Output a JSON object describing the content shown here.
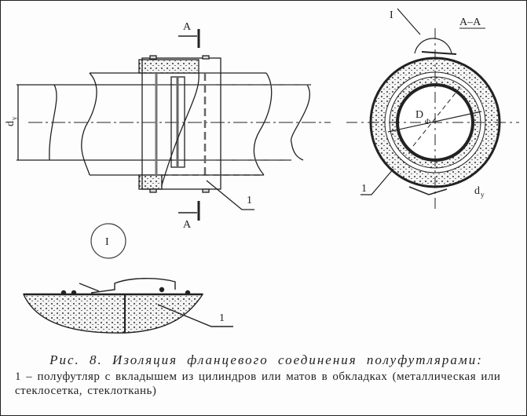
{
  "figure": {
    "labels": {
      "section_mark_top": "A",
      "section_mark_bottom": "A",
      "pipe_diameter": "d",
      "pipe_diameter_sub": "у",
      "part_number_side": "1",
      "detail_marker": "I",
      "section_title": "А–А",
      "detail_callout": "I",
      "flange_diameter": "D",
      "flange_diameter_sub": "Ф",
      "part_number_section": "1",
      "section_pipe_diameter": "d",
      "section_pipe_diameter_sub": "у",
      "part_number_detail": "1"
    }
  },
  "caption": {
    "title": "Рис.  8. Изоляция фланцевого соединения полуфутлярами:",
    "body": "1 – полуфутляр с вкладышем из цилиндров или матов в обкладках (металлическая или стеклосетка, стеклоткань)"
  }
}
